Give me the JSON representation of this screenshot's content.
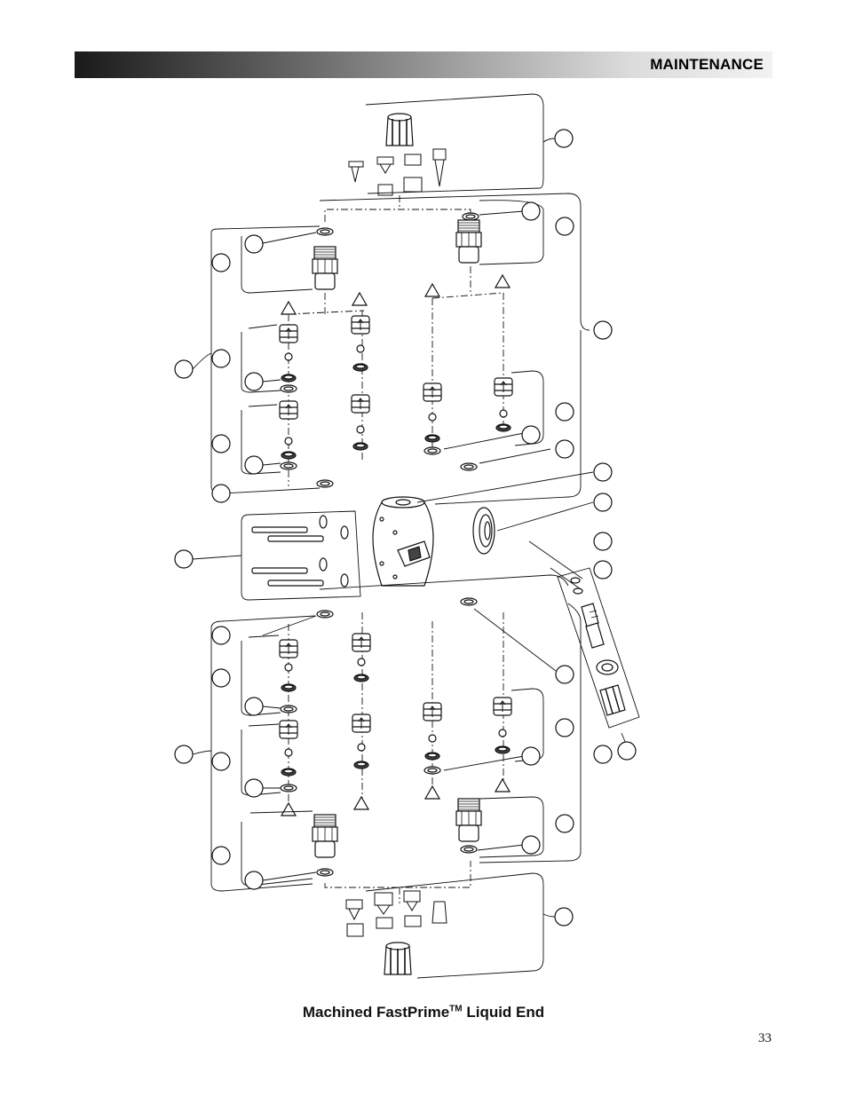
{
  "header": {
    "title": "MAINTENANCE"
  },
  "caption": {
    "main": "Machined FastPrime",
    "tm": "TM",
    "suffix": " Liquid End"
  },
  "page": {
    "number": "33"
  }
}
